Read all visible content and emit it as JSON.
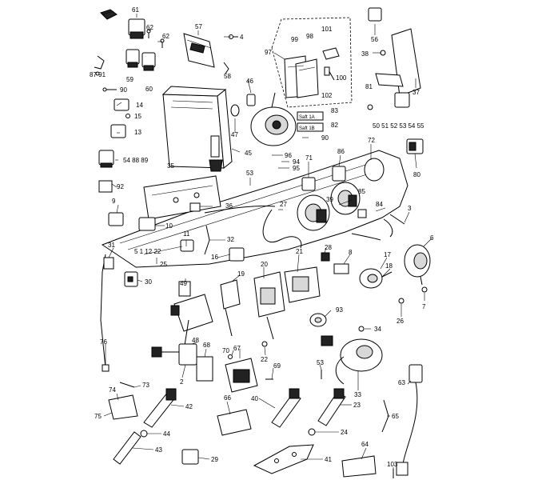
{
  "diagram": {
    "labels": {
      "n61": "61",
      "n62a": "62",
      "n62b": "62",
      "n57": "57",
      "n4": "4",
      "n56": "56",
      "n38": "38",
      "n37": "37",
      "n97": "97",
      "n99": "99",
      "n98": "98",
      "n101": "101",
      "n100": "100",
      "n102": "102",
      "n87_91": "87 91",
      "n59": "59",
      "n60": "60",
      "n58": "58",
      "n90a": "90",
      "n46": "46",
      "n14": "14",
      "n15": "15",
      "n13": "13",
      "n47": "47",
      "n83": "83",
      "n82": "82",
      "n81": "81",
      "n50_55": "50 51 52 53 54 55",
      "n90b": "90",
      "n45": "45",
      "n54_88_89": "54 88 89",
      "n96": "96",
      "n94": "94",
      "n95": "95",
      "n86": "86",
      "n72": "72",
      "n80": "80",
      "n35": "35",
      "n53a": "53",
      "n71": "71",
      "n92": "92",
      "n39": "39",
      "n85": "85",
      "n36": "36",
      "n9": "9",
      "n27": "27",
      "n10": "10",
      "n84": "84",
      "n3": "3",
      "n11": "11",
      "n6": "6",
      "n32": "32",
      "n31": "31",
      "n5_1_12_22": "5  1  12  22",
      "n25": "25",
      "n16": "16",
      "n21": "21",
      "n28": "28",
      "n8": "8",
      "n17": "17",
      "n18": "18",
      "n30": "30",
      "n20": "20",
      "n19": "19",
      "n49": "49",
      "n7": "7",
      "n93": "93",
      "n26": "26",
      "n34": "34",
      "n76": "76",
      "n48": "48",
      "n68": "68",
      "n70": "70",
      "n67": "67",
      "n22": "22",
      "n69": "69",
      "n53b": "53",
      "n33": "33",
      "n63": "63",
      "n73": "73",
      "n2": "2",
      "n74": "74",
      "n42": "42",
      "n66": "66",
      "n40": "40",
      "n23": "23",
      "n75": "75",
      "n65": "65",
      "n44": "44",
      "n24": "24",
      "n43": "43",
      "n64": "64",
      "n29": "29",
      "n41": "41",
      "n103": "103",
      "card83": "Saft 1A",
      "card82": "Saft 1B"
    }
  }
}
